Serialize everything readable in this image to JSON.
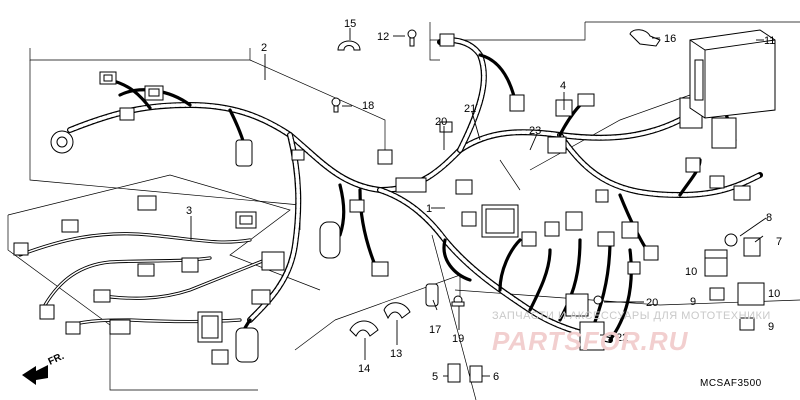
{
  "diagram": {
    "code": "MCSAF3500",
    "watermark_top": "ЗАПЧАСТИ И АКСЕССУАРЫ ДЛЯ МОТОТЕХНИКИ",
    "watermark_brand": "PARTSFOR.RU",
    "direction_label": "FR.",
    "callouts": {
      "c1": "1",
      "c2": "2",
      "c3": "3",
      "c4": "4",
      "c5": "5",
      "c6": "6",
      "c7": "7",
      "c8": "8",
      "c9a": "9",
      "c9b": "9",
      "c10a": "10",
      "c10b": "10",
      "c11": "11",
      "c12": "12",
      "c13": "13",
      "c14": "14",
      "c15": "15",
      "c16": "16",
      "c17": "17",
      "c18": "18",
      "c19": "19",
      "c20a": "20",
      "c20b": "20",
      "c21": "21",
      "c22": "22",
      "c23": "23"
    },
    "icons": [
      "wire-harness-icon",
      "connector-icon",
      "relay-icon",
      "ecu-icon",
      "clamp-icon",
      "bolt-icon",
      "direction-arrow-icon"
    ]
  }
}
